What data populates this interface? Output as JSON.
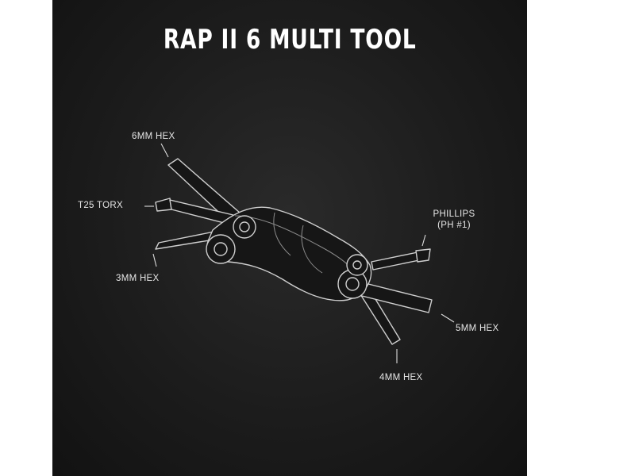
{
  "title": "RAP II 6 MULTI TOOL",
  "labels": {
    "hex6": "6MM HEX",
    "torx": "T25 TORX",
    "hex3": "3MM HEX",
    "phillips_line1": "PHILLIPS",
    "phillips_line2": "(PH #1)",
    "hex5": "5MM HEX",
    "hex4": "4MM HEX"
  },
  "colors": {
    "panel": "#1c1c1c",
    "outline": "#cfcfcf",
    "text": "#ffffff"
  }
}
